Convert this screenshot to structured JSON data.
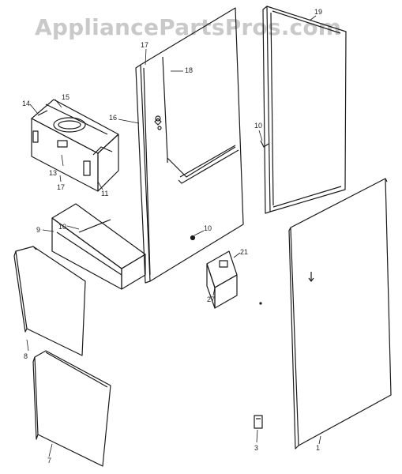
{
  "watermark": "AppliancePartsPros.com",
  "callouts": {
    "c1": "1",
    "c3": "3",
    "c7": "7",
    "c8": "8",
    "c9": "9",
    "c10a": "10",
    "c10b": "10",
    "c10c": "10",
    "c11": "11",
    "c13": "13",
    "c14": "14",
    "c15": "15",
    "c16": "16",
    "c17a": "17",
    "c17b": "17",
    "c18": "18",
    "c19": "19",
    "c21": "21",
    "c27": "27"
  },
  "colors": {
    "line": "#1a1a1a",
    "background": "#ffffff",
    "watermark": "#c9c9c9"
  }
}
